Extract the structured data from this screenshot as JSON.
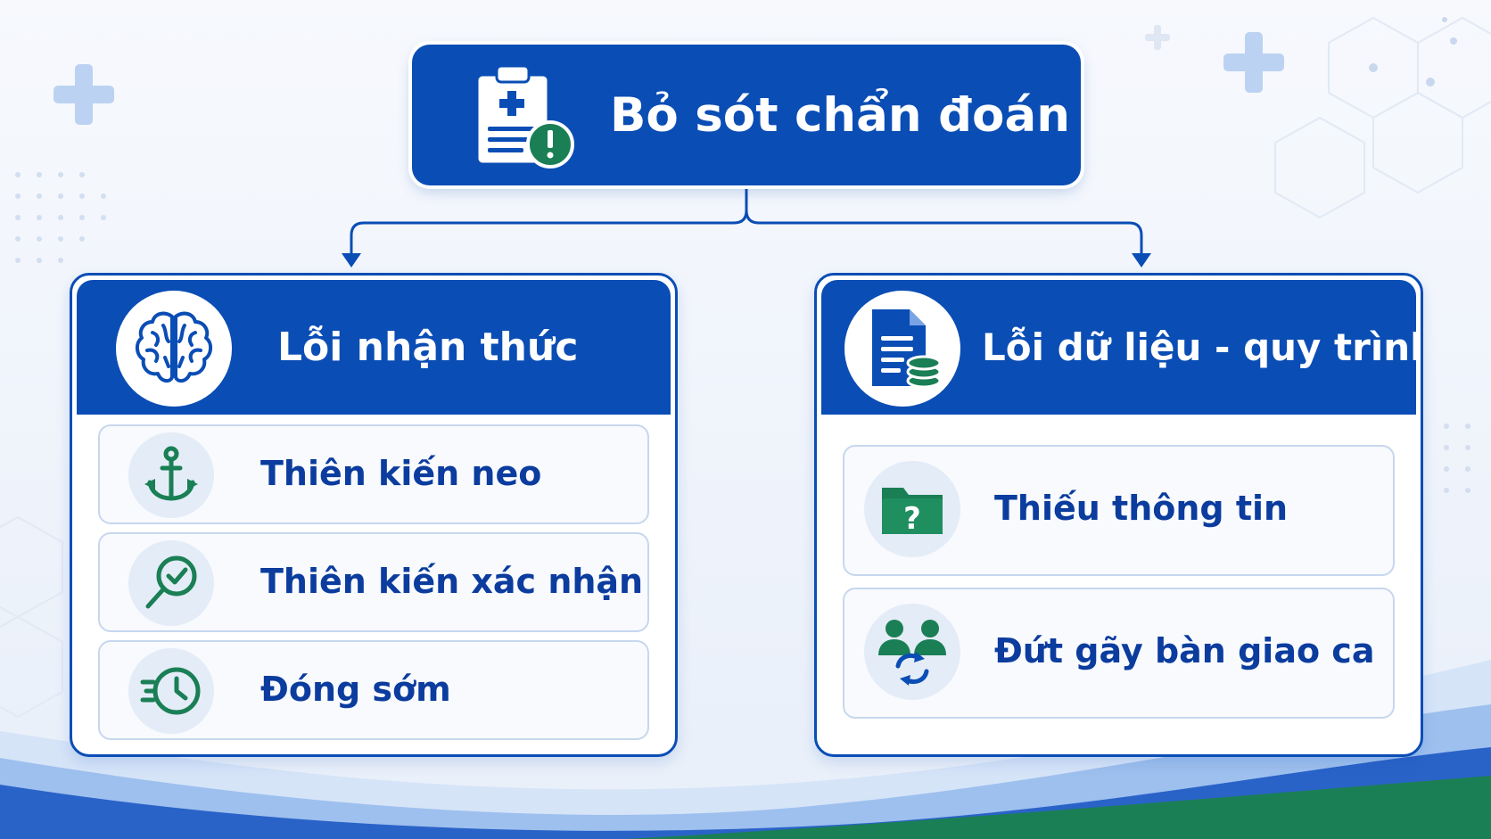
{
  "diagram": {
    "root": {
      "title": "Bỏ sót chẩn đoán",
      "icon": "clipboard-alert-icon"
    },
    "branches": [
      {
        "title": "Lỗi nhận thức",
        "icon": "brain-icon",
        "items": [
          {
            "label": "Thiên kiến neo",
            "icon": "anchor-icon"
          },
          {
            "label": "Thiên kiến xác nhận",
            "icon": "magnifier-check-icon"
          },
          {
            "label": "Đóng sớm",
            "icon": "fast-clock-icon"
          }
        ]
      },
      {
        "title": "Lỗi dữ liệu - quy trình",
        "icon": "document-database-icon",
        "items": [
          {
            "label": "Thiếu thông tin",
            "icon": "folder-question-icon"
          },
          {
            "label": "Đứt gãy bàn giao ca",
            "icon": "people-handoff-icon"
          }
        ]
      }
    ]
  },
  "colors": {
    "primary_blue": "#0a4db5",
    "item_text": "#0b3c9e",
    "icon_green": "#1a7f55",
    "panel_border": "#0a4db5",
    "item_border": "#c7d7ee",
    "icon_bg": "#e4ecf7"
  }
}
